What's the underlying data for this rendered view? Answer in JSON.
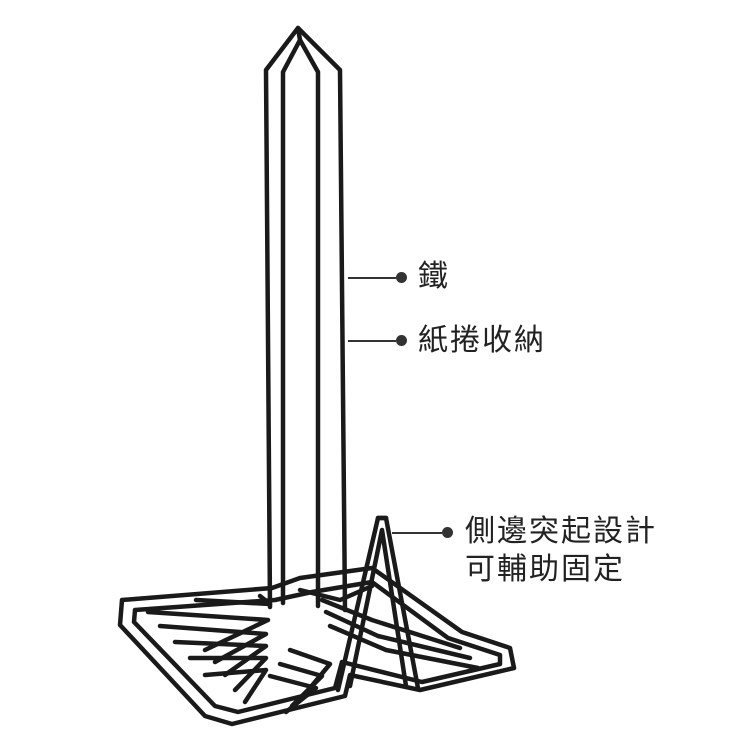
{
  "product": {
    "icon": "paper-towel-holder-icon",
    "color": "#1a1a1a"
  },
  "callouts": [
    {
      "lines": [
        "鐵"
      ]
    },
    {
      "lines": [
        "紙捲收納"
      ]
    },
    {
      "lines": [
        "側邊突起設計",
        "可輔助固定"
      ]
    }
  ],
  "colors": {
    "background": "#ffffff",
    "wire": "#1a1a1a",
    "text": "#222222",
    "callout_line": "#333333"
  }
}
